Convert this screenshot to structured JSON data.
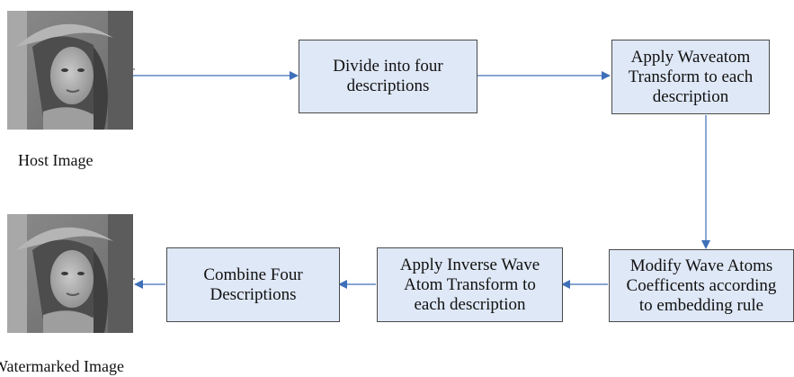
{
  "flow": {
    "host_caption": "Host Image",
    "watermarked_caption": "Watermarked Image",
    "steps": {
      "divide": "Divide into four\ndescriptions",
      "apply_transform": "Apply Waveatom\nTransform to each\ndescription",
      "modify": "Modify Wave Atoms\nCoefficents according\nto embedding rule",
      "inverse": "Apply Inverse Wave\nAtom Transform to\neach description",
      "combine": "Combine Four\nDescriptions"
    }
  },
  "colors": {
    "box_fill": "#dfe8f6",
    "box_border": "#4a4a4a",
    "arrow": "#3f6fb8"
  }
}
